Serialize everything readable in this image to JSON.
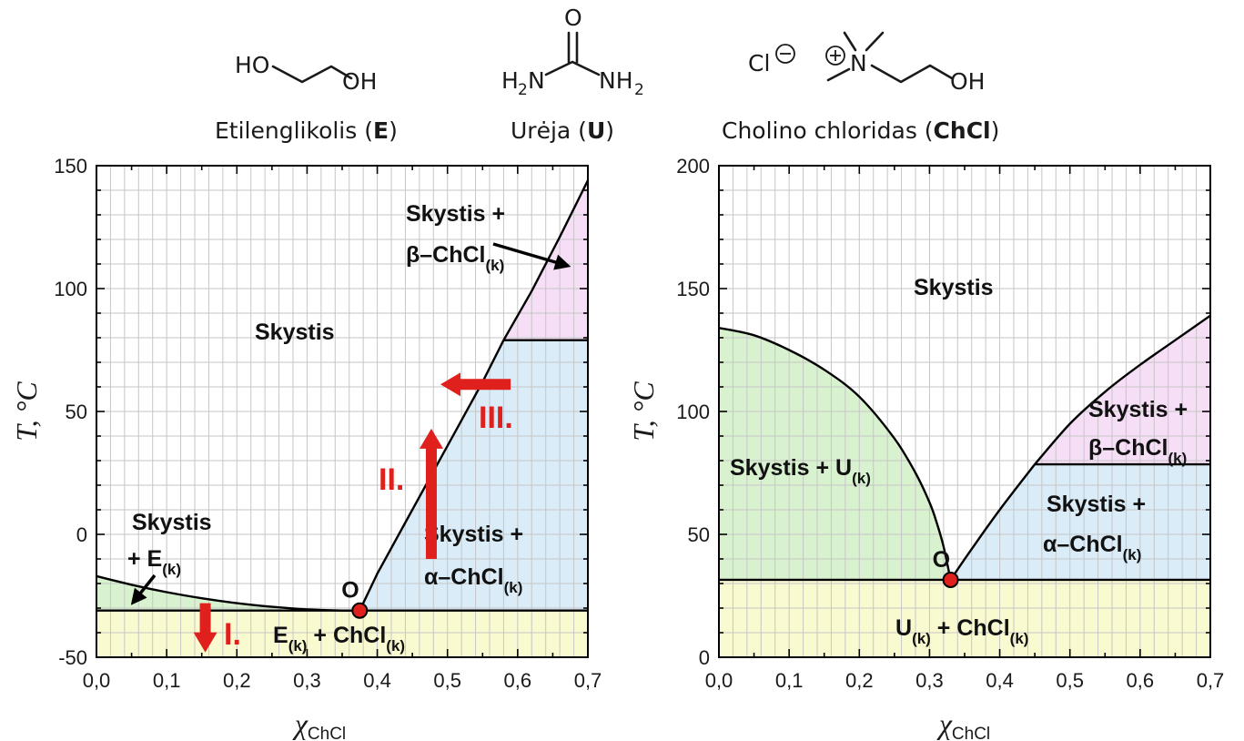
{
  "molecules": [
    {
      "name": "Etilenglikolis",
      "abbr": "E",
      "atoms": [
        "HO",
        "OH"
      ]
    },
    {
      "name": "Urėja",
      "abbr": "U",
      "atoms": [
        "O",
        "H",
        "2",
        "N",
        "NH",
        "2"
      ]
    },
    {
      "name": "Cholino chloridas",
      "abbr": "ChCl",
      "atoms": [
        "Cl",
        "N",
        "OH"
      ]
    }
  ],
  "colors": {
    "liquid_plus_E": "#d8f2cf",
    "liquid_plus_U": "#d8f2cf",
    "solid_solid": "#fafad0",
    "liquid_plus_alpha": "#d9ecf8",
    "liquid_plus_beta": "#f6def7",
    "arrow_red": "#e0201c",
    "eutectic_point": "#e0201c"
  },
  "chart_data": [
    {
      "type": "line",
      "subtype": "phase-diagram",
      "system": "E–ChCl",
      "xlabel": "χ",
      "xlabel_sub": "ChCl",
      "ylabel": "T, °C",
      "xlim": [
        0.0,
        0.7
      ],
      "ylim": [
        -50,
        150
      ],
      "x_ticks": [
        "0,0",
        "0,1",
        "0,2",
        "0,3",
        "0,4",
        "0,5",
        "0,6",
        "0,7"
      ],
      "y_ticks": [
        "-50",
        "0",
        "50",
        "100",
        "150"
      ],
      "y_tick_values": [
        -50,
        0,
        50,
        100,
        150
      ],
      "grid": true,
      "series": [
        {
          "x": [
            0.0,
            0.05,
            0.1,
            0.15,
            0.2,
            0.25,
            0.3,
            0.35,
            0.375
          ],
          "y": [
            -17.0,
            -20.5,
            -23.5,
            -26.0,
            -28.0,
            -29.5,
            -30.5,
            -31.0,
            -31.0
          ]
        },
        {
          "x": [
            0.375,
            0.4,
            0.45,
            0.5,
            0.55,
            0.58
          ],
          "y": [
            -31.0,
            -16.0,
            10.0,
            36.0,
            62.0,
            79.0
          ]
        },
        {
          "x": [
            0.58,
            0.62,
            0.66,
            0.7
          ],
          "y": [
            79.0,
            99.0,
            121.0,
            144.0
          ]
        }
      ],
      "solidus_T": -31.0,
      "transition_T": 79.0,
      "eutectic": {
        "x": 0.375,
        "y": -31.0,
        "label": "O"
      },
      "regions": [
        {
          "label": "Skystis",
          "sub": ""
        },
        {
          "label": "Skystis +",
          "line2_prefix": "β–ChCl",
          "sub": "(k)"
        },
        {
          "label": "Skystis +",
          "line2_prefix": "α–ChCl",
          "sub": "(k)"
        },
        {
          "label": "Skystis",
          "line2_prefix": "+ E",
          "sub": "(k)"
        },
        {
          "label_prefix": "E",
          "sub1": "(k)",
          "label_mid": " + ChCl",
          "sub2": "(k)"
        }
      ],
      "annotations": [
        {
          "label": "I.",
          "x": 0.155,
          "y_from": -28,
          "y_to": -48
        },
        {
          "label": "II.",
          "x": 0.477,
          "y_from": -10,
          "y_to": 43
        },
        {
          "label": "III.",
          "x_from": 0.59,
          "x_to": 0.49,
          "y": 61
        }
      ]
    },
    {
      "type": "line",
      "subtype": "phase-diagram",
      "system": "U–ChCl",
      "xlabel": "χ",
      "xlabel_sub": "ChCl",
      "ylabel": "T, °C",
      "xlim": [
        0.0,
        0.7
      ],
      "ylim": [
        0,
        200
      ],
      "x_ticks": [
        "0,0",
        "0,1",
        "0,2",
        "0,3",
        "0,4",
        "0,5",
        "0,6",
        "0,7"
      ],
      "y_ticks": [
        "0",
        "50",
        "100",
        "150",
        "200"
      ],
      "y_tick_values": [
        0,
        50,
        100,
        150,
        200
      ],
      "grid": true,
      "series": [
        {
          "x": [
            0.0,
            0.05,
            0.1,
            0.15,
            0.2,
            0.25,
            0.28,
            0.3,
            0.31,
            0.32,
            0.33
          ],
          "y": [
            134.0,
            131.0,
            125.0,
            117.0,
            106.0,
            89.0,
            75.0,
            63.0,
            55.0,
            45.0,
            31.5
          ]
        },
        {
          "x": [
            0.33,
            0.36,
            0.4,
            0.45
          ],
          "y": [
            31.5,
            44.0,
            60.0,
            78.5
          ]
        },
        {
          "x": [
            0.45,
            0.5,
            0.55,
            0.6,
            0.65,
            0.7
          ],
          "y": [
            78.5,
            95.0,
            108.0,
            119.0,
            129.0,
            139.0
          ]
        }
      ],
      "solidus_T": 31.5,
      "transition_T": 78.5,
      "eutectic": {
        "x": 0.33,
        "y": 31.5,
        "label": "O"
      },
      "regions": [
        {
          "label": "Skystis",
          "sub": ""
        },
        {
          "label_prefix": "Skystis + U",
          "sub": "(k)"
        },
        {
          "label": "Skystis +",
          "line2_prefix": "β–ChCl",
          "sub": "(k)"
        },
        {
          "label": "Skystis +",
          "line2_prefix": "α–ChCl",
          "sub": "(k)"
        },
        {
          "label_prefix": "U",
          "sub1": "(k)",
          "label_mid": " + ChCl",
          "sub2": "(k)"
        }
      ]
    }
  ]
}
